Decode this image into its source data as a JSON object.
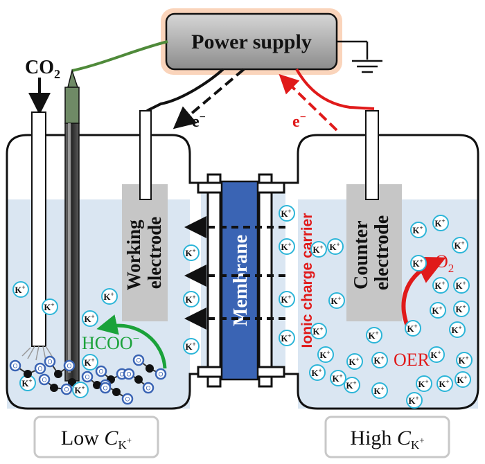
{
  "power_supply": {
    "label": "Power supply"
  },
  "co2": {
    "main": "CO",
    "sub": "2"
  },
  "electrons": {
    "left": {
      "main": "e",
      "sup": "−"
    },
    "right": {
      "main": "e",
      "sup": "−"
    }
  },
  "electrodes": {
    "working": {
      "line1": "Working",
      "line2": "electrode"
    },
    "counter": {
      "line1": "Counter",
      "line2": "electrode"
    }
  },
  "membrane": {
    "label": "Membrane"
  },
  "ionic_carrier": {
    "label": "Ionic charge carrier"
  },
  "ion": {
    "main": "K",
    "sup": "+"
  },
  "products": {
    "formate": {
      "main": "HCOO",
      "sup": "−"
    },
    "oxygen": {
      "main": "O",
      "sub": "2"
    },
    "oer": {
      "label": "OER"
    }
  },
  "molecule_atom_label": "O",
  "cells": {
    "left": {
      "prefix": "Low ",
      "var": "C",
      "sub": "K",
      "subsup": "+"
    },
    "right": {
      "prefix": "High ",
      "var": "C",
      "sub": "K",
      "subsup": "+"
    }
  },
  "colors": {
    "electrolyte": "#dae6f2",
    "membrane": "#3a64b4",
    "ion_ring": "#2bb5d8",
    "green_wire": "#4f8a3a",
    "red": "#e01a1a",
    "formate_green": "#1aa23a",
    "electrode_gray": "#c6c6c6",
    "power_glow": "#f5b183"
  }
}
